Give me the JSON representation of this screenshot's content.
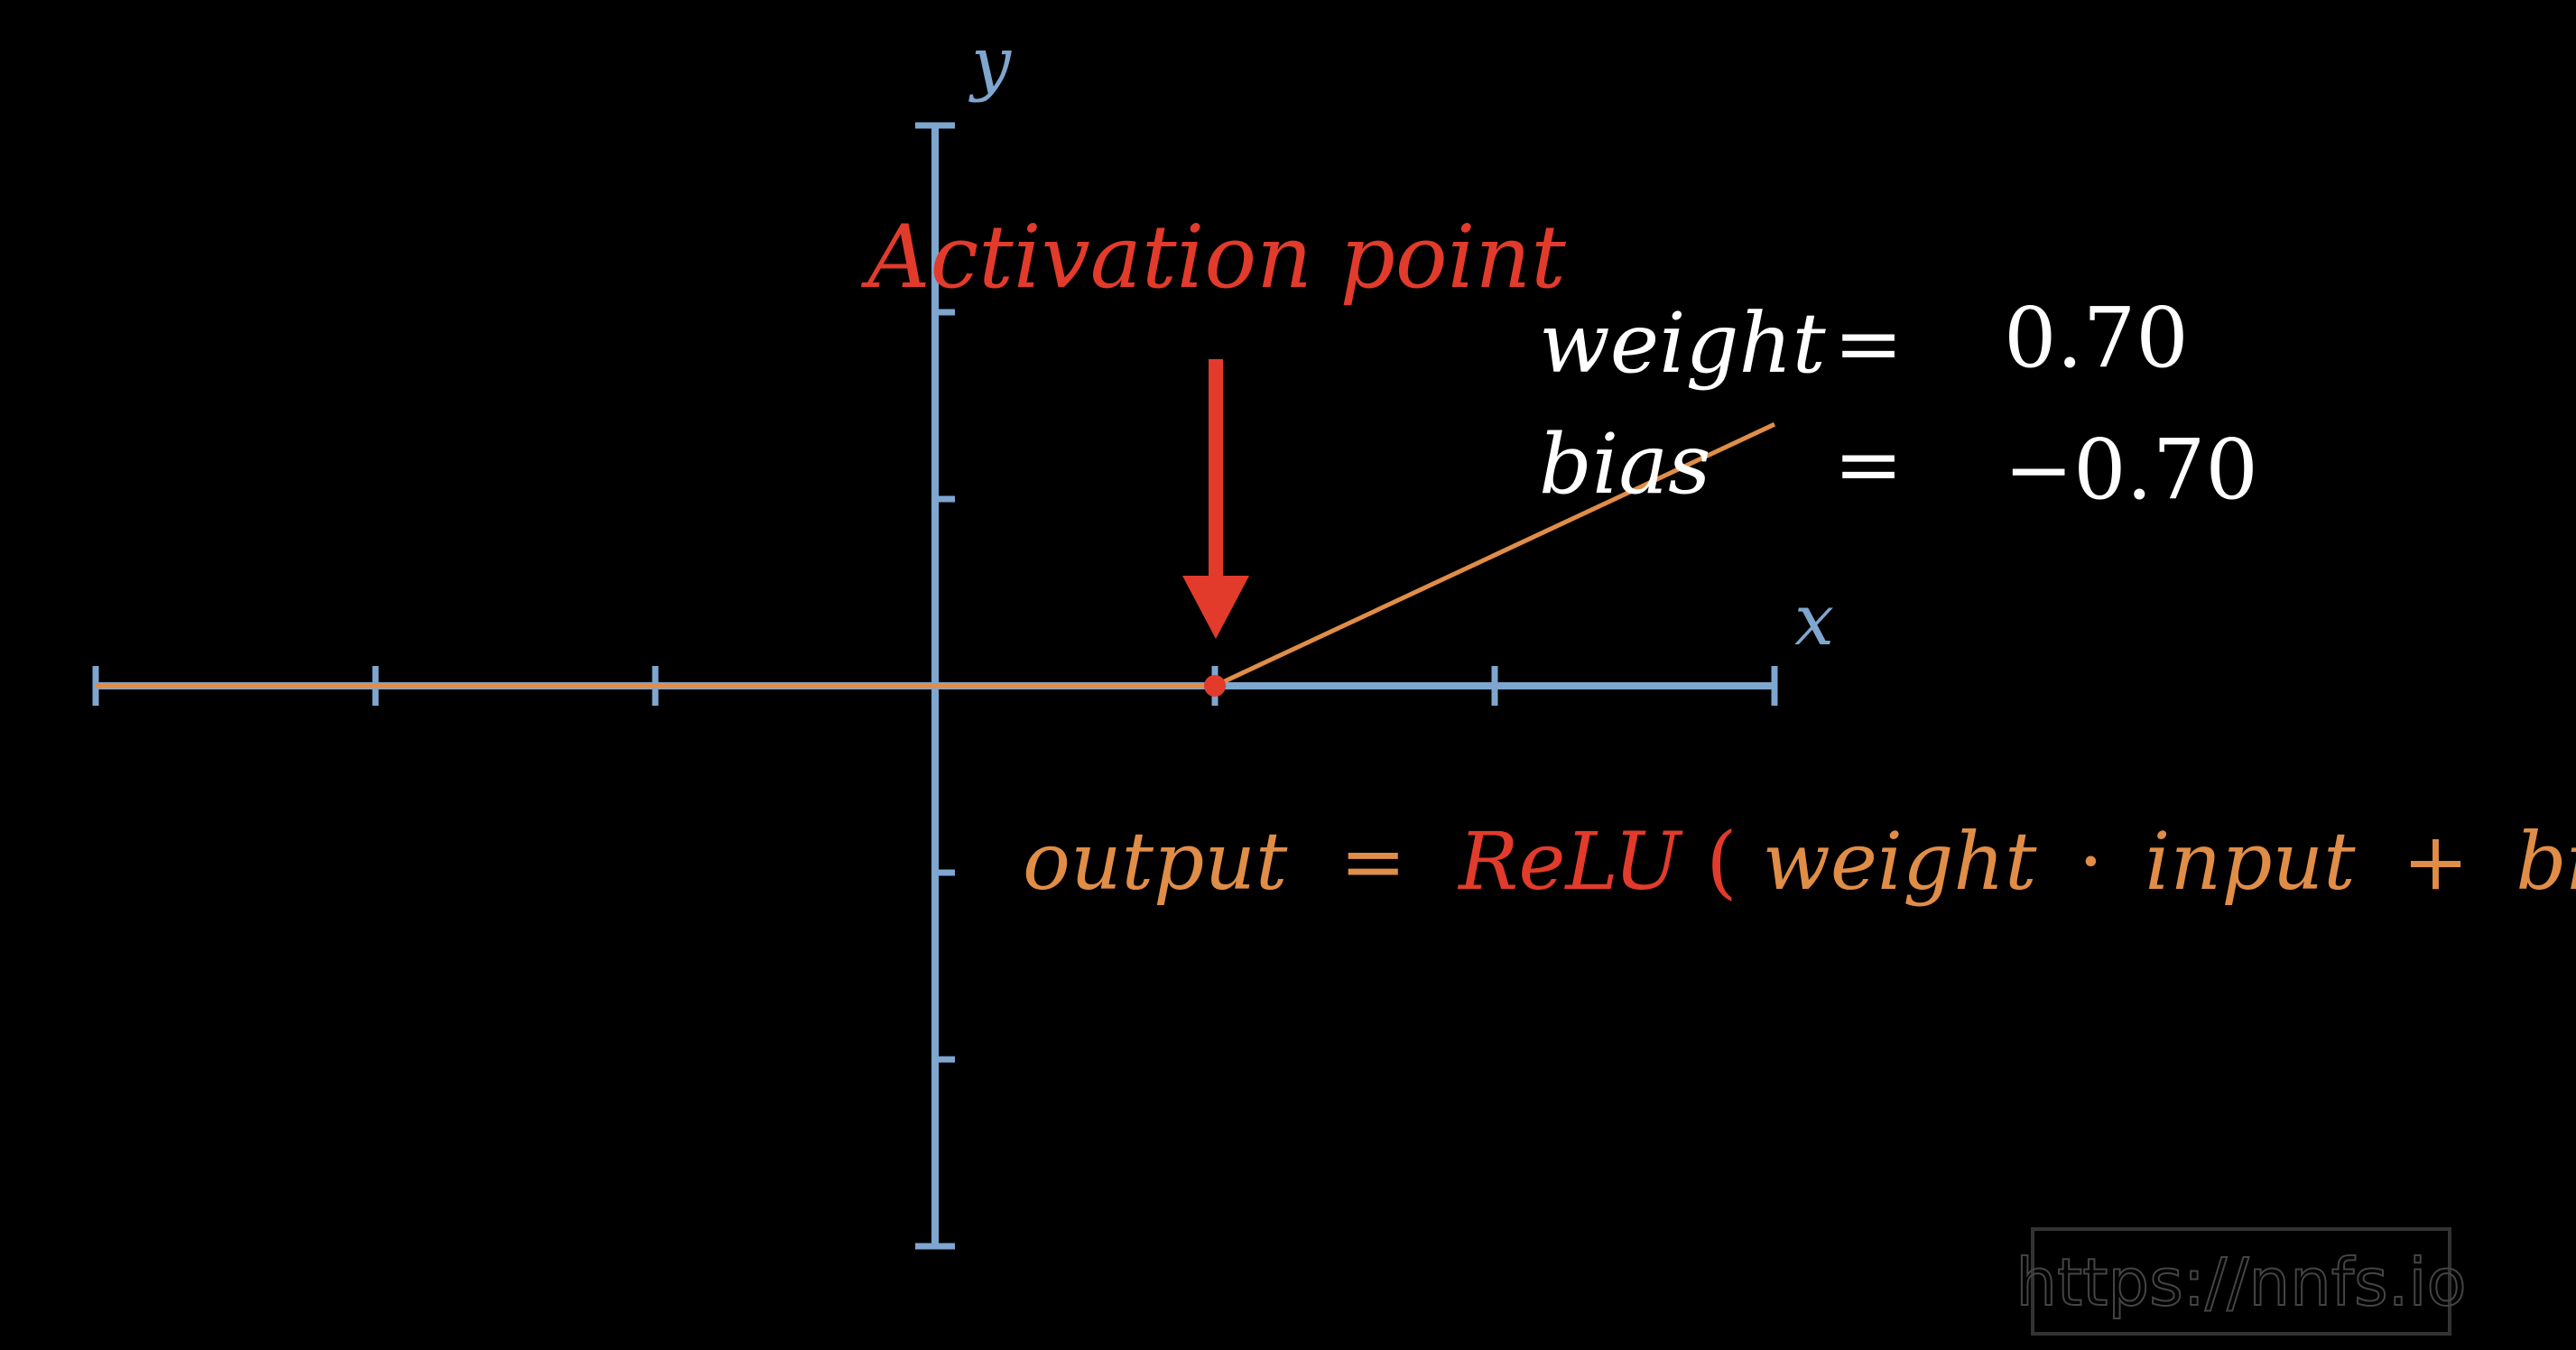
{
  "axes": {
    "x_label": "x",
    "y_label": "y",
    "x_ticks": [
      -3,
      -2,
      -1,
      0,
      1,
      2,
      3
    ],
    "y_ticks": [
      -3,
      -2,
      -1,
      0,
      1,
      2,
      3
    ],
    "xlim": [
      -3,
      3
    ],
    "ylim": [
      -3,
      3
    ],
    "axis_color": "#7ea6cf"
  },
  "relu": {
    "weight": 0.7,
    "bias": -0.7,
    "line_color": "#e08d47",
    "activation_point": {
      "x": 1.0,
      "y": 0.0
    }
  },
  "annotation": {
    "title": "Activation point",
    "color": "#e23b2b"
  },
  "params": {
    "weight_label": "weight",
    "weight_eq": "=",
    "weight_value": "0.70",
    "bias_label": "bias",
    "bias_eq": "=",
    "bias_value": "−0.70",
    "text_color": "#ffffff"
  },
  "formula": {
    "lhs": "output",
    "eq": "=",
    "func": "ReLU",
    "open": "(",
    "t1": "weight",
    "dot": "·",
    "t2": "input",
    "plus": "+",
    "t3": "bias",
    "close": ")",
    "orange": "#e08d47",
    "red": "#e23b2b"
  },
  "watermark": {
    "text": "https://nnfs.io"
  }
}
